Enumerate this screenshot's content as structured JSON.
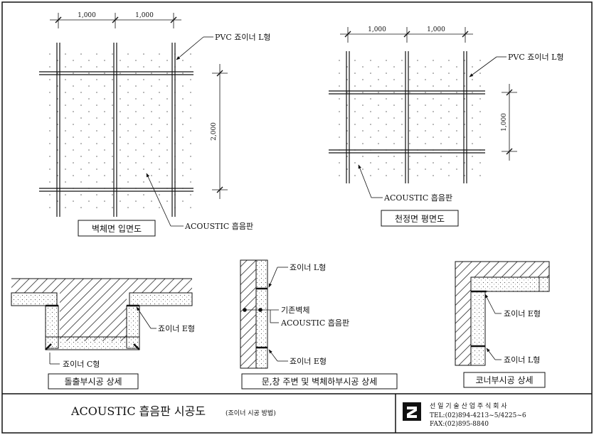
{
  "elevation": {
    "dim_top": [
      "1,000",
      "1,000"
    ],
    "dim_side": "2,000",
    "label_joiner": "PVC 죠이너 L형",
    "label_panel": "ACOUSTIC 흡음판",
    "caption": "벽체면 입면도"
  },
  "plan": {
    "dim_top": [
      "1,000",
      "1,000"
    ],
    "dim_side": "1,000",
    "label_joiner": "PVC 죠이너 L형",
    "label_panel": "ACOUSTIC 흡음판",
    "caption": "천정면 평면도"
  },
  "detail_projection": {
    "label_e": "죠이너 E형",
    "label_c": "죠이너 C형",
    "caption": "돌출부시공 상세"
  },
  "detail_door": {
    "label_l": "죠이너 L형",
    "label_wall": "기존벽체",
    "label_panel": "ACOUSTIC 흡음판",
    "label_e": "죠이너 E형",
    "caption": "문,창 주변 및 벽체하부시공 상세"
  },
  "detail_corner": {
    "label_e": "죠이너 E형",
    "label_l": "죠이너 L형",
    "caption": "코너부시공 상세"
  },
  "title_block": {
    "title": "ACOUSTIC 흡음판 시공도",
    "subtitle": "(죠이너 시공 방법)",
    "company": "선 일 기 술 산 업 주 식 회 사",
    "tel": "TEL:(02)894-4213~5/4225~6",
    "fax": "FAX:(02)895-8840"
  }
}
